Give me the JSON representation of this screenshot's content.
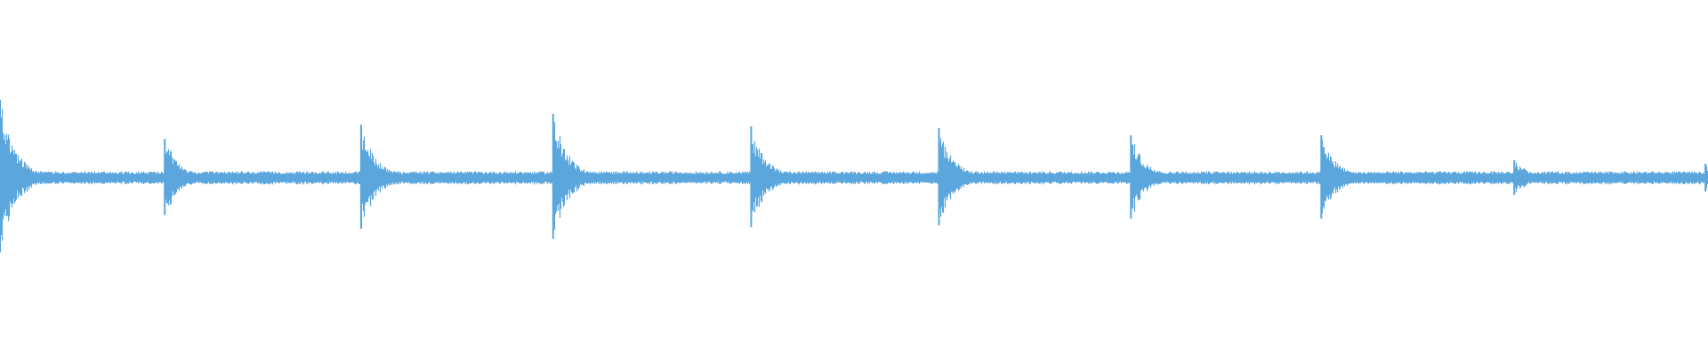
{
  "waveform": {
    "color": "#5aa6dd",
    "background": "#ffffff",
    "baseline_amplitude": 0.03,
    "decay_ms": 45,
    "duration_units": 1000,
    "events": [
      {
        "t": 0.0,
        "amp": 0.44
      },
      {
        "t": 96.5,
        "amp": 0.22
      },
      {
        "t": 211.5,
        "amp": 0.3
      },
      {
        "t": 324.0,
        "amp": 0.36
      },
      {
        "t": 440.0,
        "amp": 0.29
      },
      {
        "t": 550.0,
        "amp": 0.28
      },
      {
        "t": 662.5,
        "amp": 0.24
      },
      {
        "t": 774.0,
        "amp": 0.24
      },
      {
        "t": 887.0,
        "amp": 0.1
      },
      {
        "t": 999.0,
        "amp": 0.08
      }
    ]
  }
}
